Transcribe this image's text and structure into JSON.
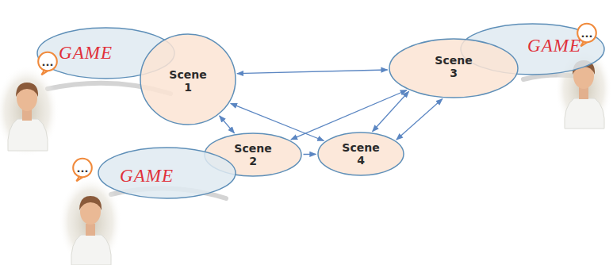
{
  "diagram": {
    "nodes": [
      {
        "text": [
          "GAME"
        ]
      },
      {
        "text": [
          "Scene 1"
        ]
      },
      {
        "text": [
          "GAME"
        ]
      },
      {
        "text": [
          "Scene 3"
        ]
      },
      {
        "text": [
          "Scene 2"
        ]
      },
      {
        "text": [
          "GAME"
        ]
      },
      {
        "text": [
          "Scene 4"
        ]
      }
    ],
    "edges": [
      {
        "from": 1,
        "to": 3,
        "arrow": "both"
      },
      {
        "from": 1,
        "to": 4,
        "arrow": "both"
      },
      {
        "from": 1,
        "to": 6,
        "arrow": "both"
      },
      {
        "from": 4,
        "to": 3,
        "arrow": "both"
      },
      {
        "from": 4,
        "to": 6,
        "arrow": "to"
      },
      {
        "from": 3,
        "to": 6,
        "arrow": "both"
      },
      {
        "from": 3,
        "to": 6,
        "arrow": "both"
      }
    ],
    "labels": [
      "...",
      "...",
      "..."
    ]
  }
}
